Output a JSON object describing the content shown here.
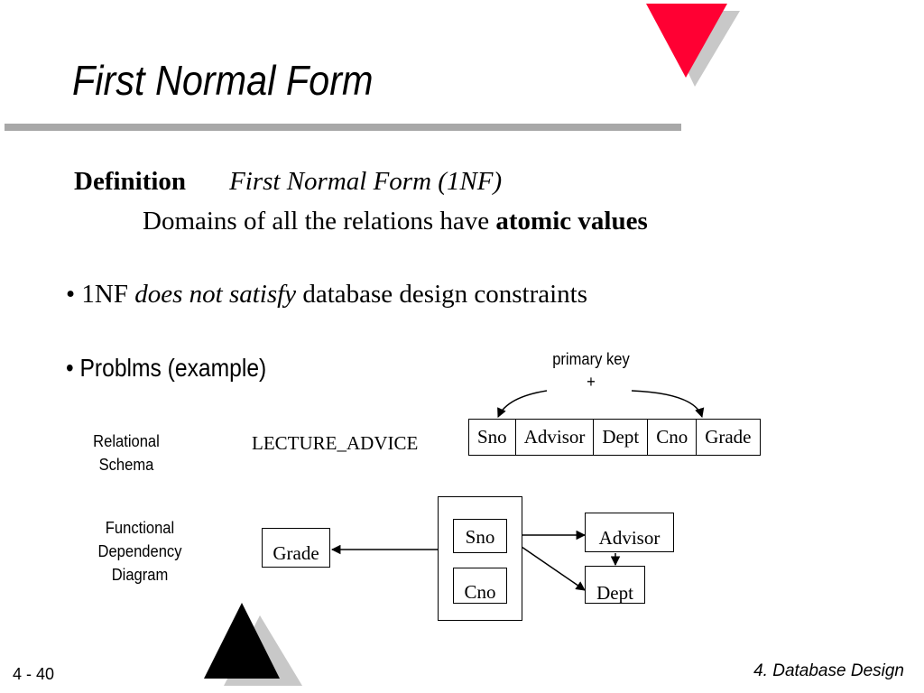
{
  "slide": {
    "title": "First Normal Form",
    "definition_label": "Definition",
    "definition_term": "First Normal Form (1NF)",
    "definition_text_pre": "Domains of all the relations have ",
    "definition_text_bold": "atomic values",
    "bullet1_pre": "• 1NF ",
    "bullet1_italic": "does not satisfy",
    "bullet1_post": " database design constraints",
    "bullet2": "• Problms (example)"
  },
  "schema": {
    "label_line1": "Relational",
    "label_line2": "Schema",
    "relation_name": "LECTURE_ADVICE",
    "attributes": [
      "Sno",
      "Advisor",
      "Dept",
      "Cno",
      "Grade"
    ],
    "primary_key_label": "primary key",
    "primary_key_plus": "+"
  },
  "fd_diagram": {
    "label_line1": "Functional",
    "label_line2": "Dependency",
    "label_line3": "Diagram",
    "key_attr1": "Sno",
    "key_attr2": "Cno",
    "grade": "Grade",
    "advisor": "Advisor",
    "dept": "Dept"
  },
  "footer": {
    "page": "4 - 40",
    "chapter": "4. Database Design"
  },
  "colors": {
    "accent_triangle": "#ff0033",
    "shadow_triangle": "#c8c8c8",
    "rule": "#a8a8a8",
    "dark_triangle": "#000000"
  }
}
